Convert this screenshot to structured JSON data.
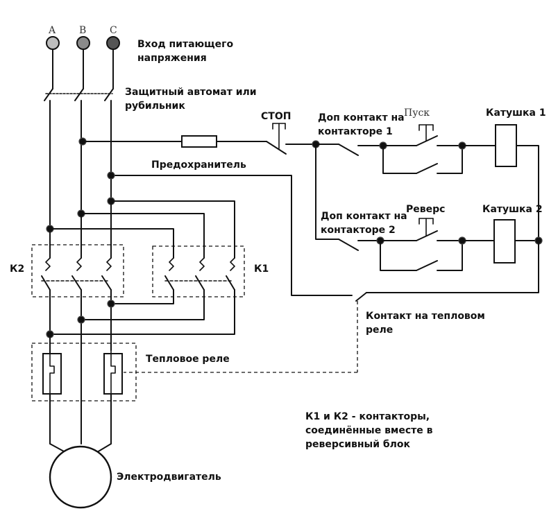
{
  "phases": [
    "A",
    "B",
    "C"
  ],
  "labels": {
    "input": [
      "Вход питающего",
      "напряжения"
    ],
    "breaker": [
      "Защитный автомат или",
      "рубильник"
    ],
    "fuse": "Предохранитель",
    "stop": "СТОП",
    "aux1": [
      "Доп контакт на",
      "контакторе 1"
    ],
    "start": "Пуск",
    "coil1": "Катушка 1",
    "aux2": [
      "Доп контакт на",
      "контакторе 2"
    ],
    "reverse": "Реверс",
    "coil2": "Катушка 2",
    "k2": "К2",
    "k1": "К1",
    "thermal_contact": [
      "Контакт на тепловом",
      "реле"
    ],
    "thermal_relay": "Тепловое реле",
    "note": [
      "К1 и К2 - контакторы,",
      "соединённые вместе в",
      "реверсивный блок"
    ],
    "motor": "Электродвигатель"
  }
}
